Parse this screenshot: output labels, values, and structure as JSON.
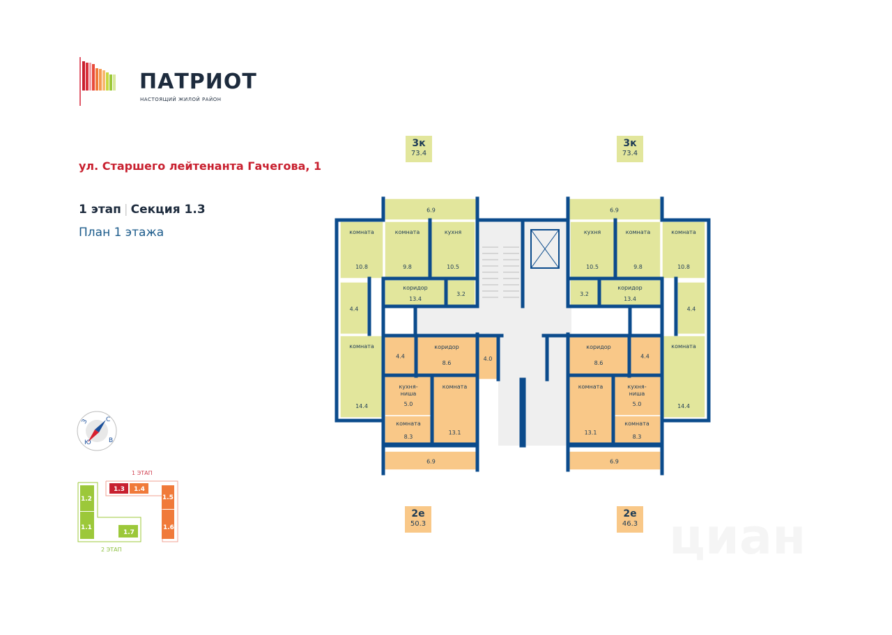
{
  "logo": {
    "title": "ПАТРИОТ",
    "subtitle": "НАСТОЯЩИЙ ЖИЛОЙ РАЙОН"
  },
  "address": "ул. Старшего лейтенанта Гачегова, 1",
  "stage": "1 этап",
  "section": "Секция 1.3",
  "plan_title": "План 1 этажа",
  "colors": {
    "wall": "#0b4b8c",
    "three_room": "#e2e69c",
    "two_euro": "#f9c888",
    "common": "#efefef",
    "accent": "#c8202f"
  },
  "compass": {
    "n": "С",
    "s": "Ю",
    "e": "В",
    "w": "З"
  },
  "site_map": {
    "stage1_label": "1 ЭТАП",
    "stage2_label": "2 ЭТАП",
    "sections": [
      "1.3",
      "1.4",
      "1.5",
      "1.6",
      "1.2",
      "1.1",
      "1.7"
    ]
  },
  "apartments": [
    {
      "type": "3к",
      "area": "73.4",
      "rooms": [
        {
          "label": "комната",
          "area": "10.8"
        },
        {
          "label": "комната",
          "area": "9.8"
        },
        {
          "label": "кухня",
          "area": "10.5"
        },
        {
          "label": "коридор",
          "area": "13.4"
        },
        {
          "label": "",
          "area": "3.2"
        },
        {
          "label": "",
          "area": "4.4"
        },
        {
          "label": "комната",
          "area": "14.4"
        },
        {
          "label": "",
          "area": "6.9"
        }
      ]
    },
    {
      "type": "3к",
      "area": "73.4",
      "rooms": [
        {
          "label": "комната",
          "area": "10.8"
        },
        {
          "label": "комната",
          "area": "9.8"
        },
        {
          "label": "кухня",
          "area": "10.5"
        },
        {
          "label": "коридор",
          "area": "13.4"
        },
        {
          "label": "",
          "area": "3.2"
        },
        {
          "label": "",
          "area": "4.4"
        },
        {
          "label": "комната",
          "area": "14.4"
        },
        {
          "label": "",
          "area": "6.9"
        }
      ]
    },
    {
      "type": "2е",
      "area": "50.3",
      "rooms": [
        {
          "label": "",
          "area": "4.4"
        },
        {
          "label": "коридор",
          "area": "8.6"
        },
        {
          "label": "кухня-ниша",
          "area": "5.0"
        },
        {
          "label": "комната",
          "area": "8.3"
        },
        {
          "label": "комната",
          "area": "13.1"
        },
        {
          "label": "",
          "area": "6.9"
        },
        {
          "label": "",
          "area": "4.0"
        }
      ]
    },
    {
      "type": "2е",
      "area": "46.3",
      "rooms": [
        {
          "label": "",
          "area": "4.4"
        },
        {
          "label": "коридор",
          "area": "8.6"
        },
        {
          "label": "кухня-ниша",
          "area": "5.0"
        },
        {
          "label": "комната",
          "area": "8.3"
        },
        {
          "label": "комната",
          "area": "13.1"
        },
        {
          "label": "",
          "area": "6.9"
        }
      ]
    }
  ],
  "watermark": "циан"
}
